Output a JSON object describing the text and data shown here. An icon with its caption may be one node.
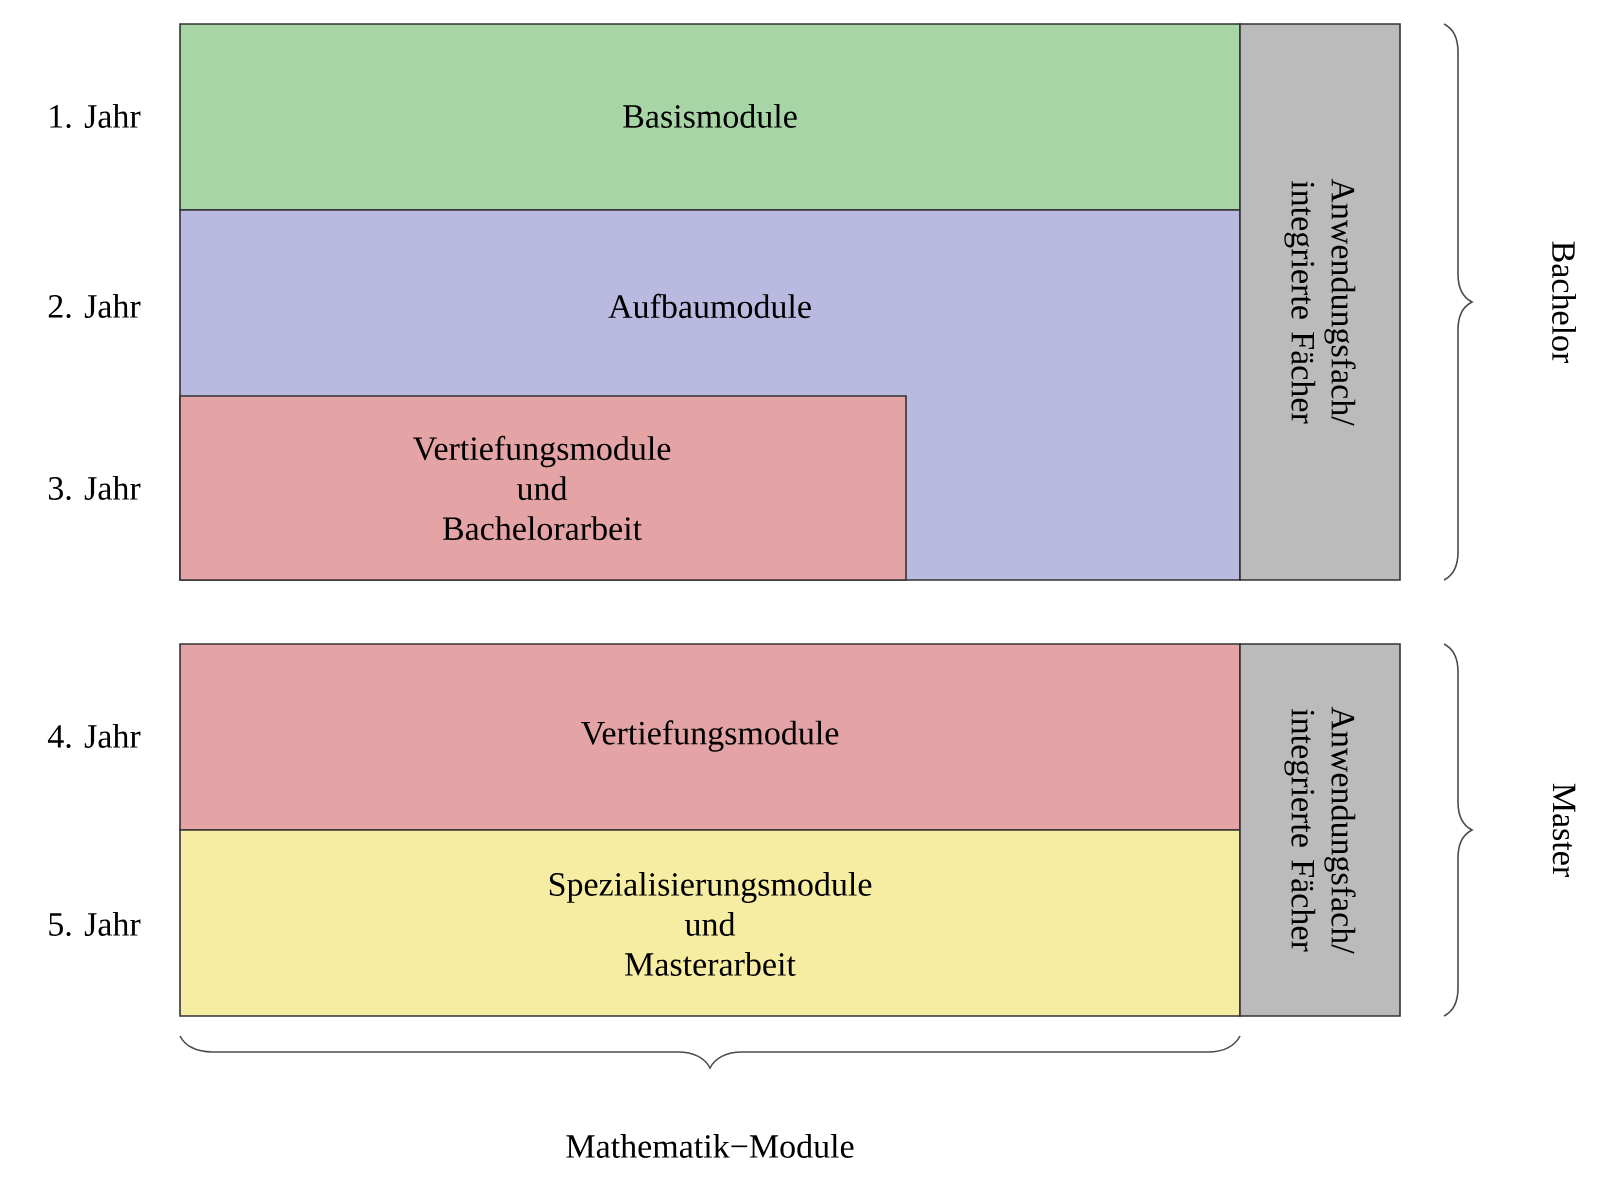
{
  "diagram": {
    "nodes": [
      {
        "text": [
          "Basismodule"
        ]
      },
      {
        "text": [
          "Aufbaumodule"
        ]
      },
      {
        "text": [
          "Vertiefungsmodule und Bachelorarbeit"
        ],
        "in": 1
      },
      {
        "text": [
          "Anwendungsfach/ integrierte Fächer"
        ]
      },
      {
        "text": [
          "Vertiefungsmodule"
        ]
      },
      {
        "text": [
          "Spezialisierungsmodule und Masterarbeit"
        ]
      },
      {
        "text": [
          "Anwendungsfach/ integrierte Fächer"
        ]
      }
    ],
    "edges": [],
    "labels": [
      "1. Jahr",
      "Bachelor",
      "2. Jahr",
      "3. Jahr",
      "4. Jahr",
      "Master",
      "5. Jahr",
      "Mathematik−Module"
    ]
  }
}
